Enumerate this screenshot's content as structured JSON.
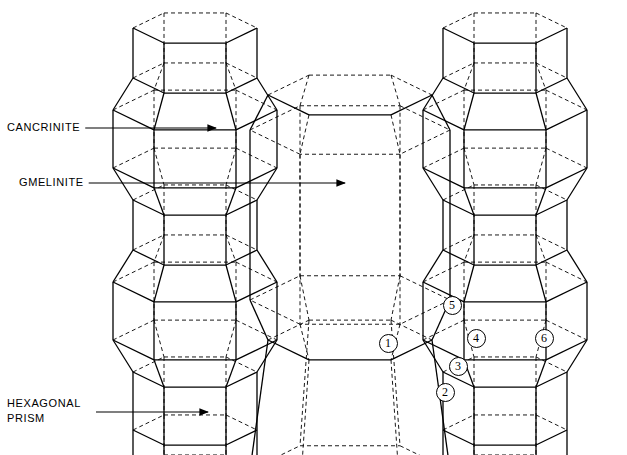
{
  "diagram": {
    "nodes": [
      {
        "text": [
          "5"
        ]
      },
      {
        "text": [
          "4"
        ]
      },
      {
        "text": [
          "6"
        ]
      },
      {
        "text": [
          "1"
        ]
      },
      {
        "text": [
          "3"
        ]
      },
      {
        "text": [
          "2"
        ]
      }
    ],
    "labels": [
      "CANCRINITE",
      "GMELINITE",
      "HEXAGONAL PRISM"
    ]
  }
}
